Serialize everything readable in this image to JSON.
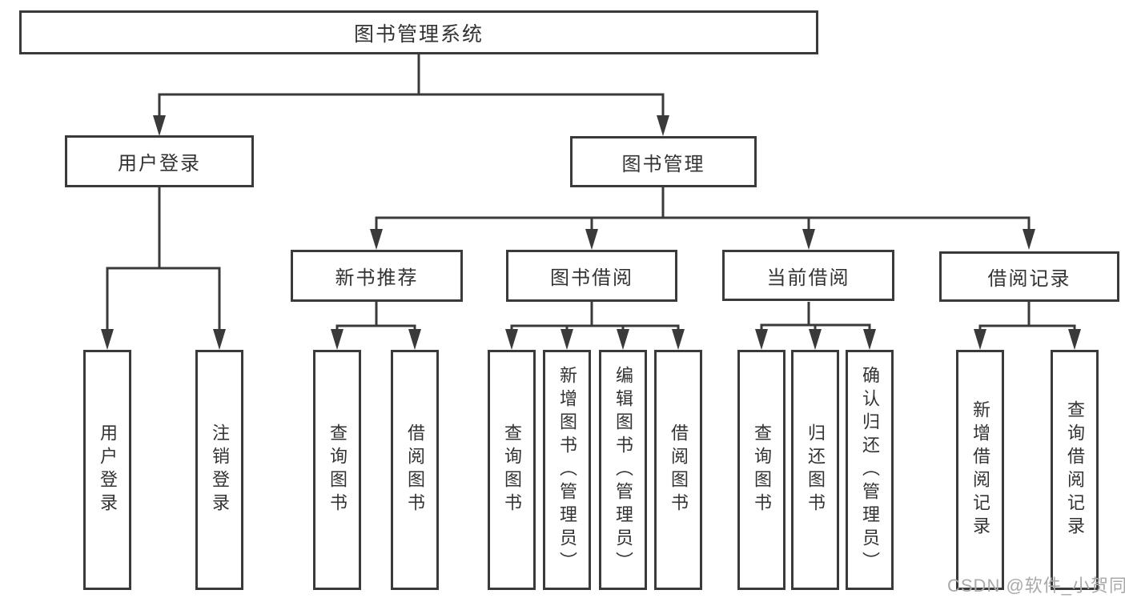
{
  "tree": {
    "label": "图书管理系统",
    "children": [
      {
        "label": "用户登录",
        "children": [
          {
            "label": "用户登录"
          },
          {
            "label": "注销登录"
          }
        ]
      },
      {
        "label": "图书管理",
        "children": [
          {
            "label": "新书推荐",
            "children": [
              {
                "label": "查询图书"
              },
              {
                "label": "借阅图书"
              }
            ]
          },
          {
            "label": "图书借阅",
            "children": [
              {
                "label": "查询图书"
              },
              {
                "label": "新增图书（管理员）"
              },
              {
                "label": "编辑图书（管理员）"
              },
              {
                "label": "借阅图书"
              }
            ]
          },
          {
            "label": "当前借阅",
            "children": [
              {
                "label": "查询图书"
              },
              {
                "label": "归还图书"
              },
              {
                "label": "确认归还（管理员）"
              }
            ]
          },
          {
            "label": "借阅记录",
            "children": [
              {
                "label": "新增借阅记录"
              },
              {
                "label": "查询借阅记录"
              }
            ]
          }
        ]
      }
    ]
  },
  "watermark": {
    "text": "CSDN @软件_小贺同学"
  },
  "colors": {
    "line": "#3a3a3a",
    "text": "#333333",
    "background": "#ffffff",
    "watermark": "#a9a9a9"
  }
}
